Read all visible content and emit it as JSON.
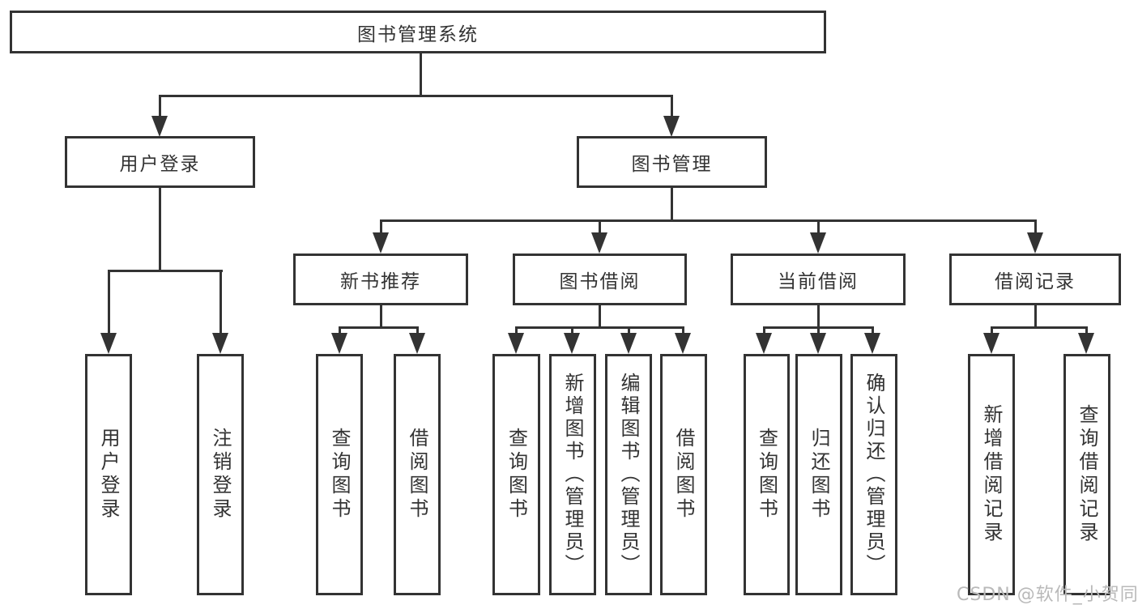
{
  "diagram": {
    "title_node": {
      "label": "图书管理系统"
    },
    "level2": {
      "user_login": {
        "label": "用户登录"
      },
      "book_mgmt": {
        "label": "图书管理"
      }
    },
    "level3": {
      "new_books": {
        "label": "新书推荐"
      },
      "book_borrow": {
        "label": "图书借阅"
      },
      "current_borrow": {
        "label": "当前借阅"
      },
      "borrow_records": {
        "label": "借阅记录"
      }
    },
    "leaves": {
      "login": {
        "label": "用户登录"
      },
      "logout": {
        "label": "注销登录"
      },
      "nb_query": {
        "label": "查询图书"
      },
      "nb_borrow": {
        "label": "借阅图书"
      },
      "bb_query": {
        "label": "查询图书"
      },
      "bb_add": {
        "label": "新增图书（管理员）"
      },
      "bb_edit": {
        "label": "编辑图书（管理员）"
      },
      "bb_borrow": {
        "label": "借阅图书"
      },
      "cb_query": {
        "label": "查询图书"
      },
      "cb_return": {
        "label": "归还图书"
      },
      "cb_confirm": {
        "label": "确认归还（管理员）"
      },
      "br_add": {
        "label": "新增借阅记录"
      },
      "br_query": {
        "label": "查询借阅记录"
      }
    },
    "colors": {
      "line": "#333333",
      "text": "#333333",
      "background": "#ffffff",
      "watermark": "#b9b9b9"
    },
    "watermark": {
      "text": "CSDN @软件_小贺同学"
    }
  }
}
